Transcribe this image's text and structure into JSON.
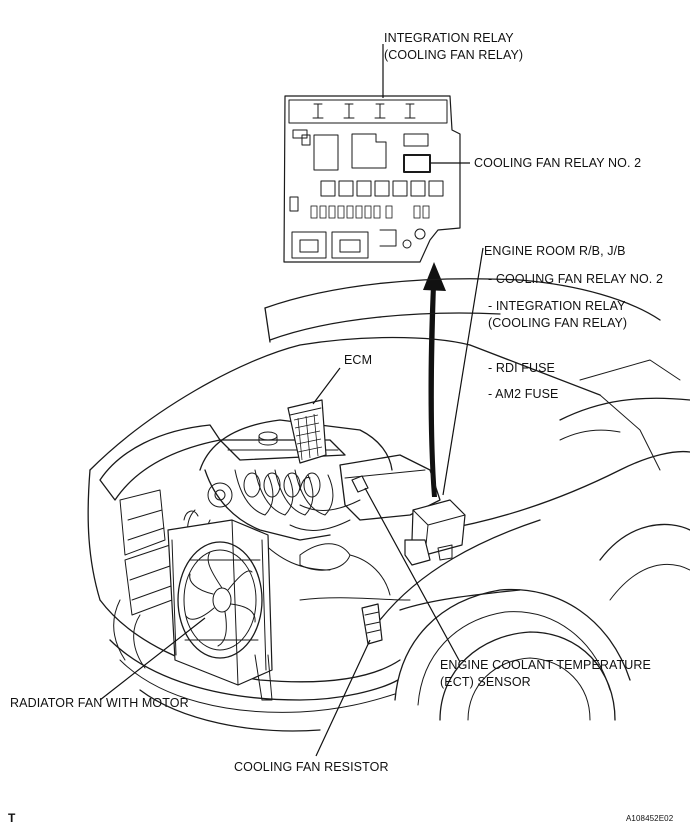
{
  "labels": {
    "integration_relay": [
      "INTEGRATION RELAY",
      "(COOLING FAN RELAY)"
    ],
    "cooling_fan_relay_no2": "COOLING FAN RELAY NO. 2",
    "engine_room_rb": "ENGINE ROOM R/B, J/B",
    "list_item_relay_no2": "- COOLING FAN RELAY NO. 2",
    "list_item_integration": [
      "- INTEGRATION RELAY",
      "(COOLING FAN RELAY)"
    ],
    "list_item_rdi_fuse": "- RDI FUSE",
    "list_item_am2_fuse": "- AM2 FUSE",
    "ecm": "ECM",
    "ect_sensor": [
      "ENGINE COOLANT TEMPERATURE",
      "(ECT) SENSOR"
    ],
    "radiator_fan": "RADIATOR FAN WITH MOTOR",
    "cooling_fan_resistor": "COOLING FAN RESISTOR",
    "corner_mark": "T",
    "figure_id": "A108452E02"
  },
  "colors": {
    "ink": "#1a1a1a",
    "background": "#ffffff"
  }
}
